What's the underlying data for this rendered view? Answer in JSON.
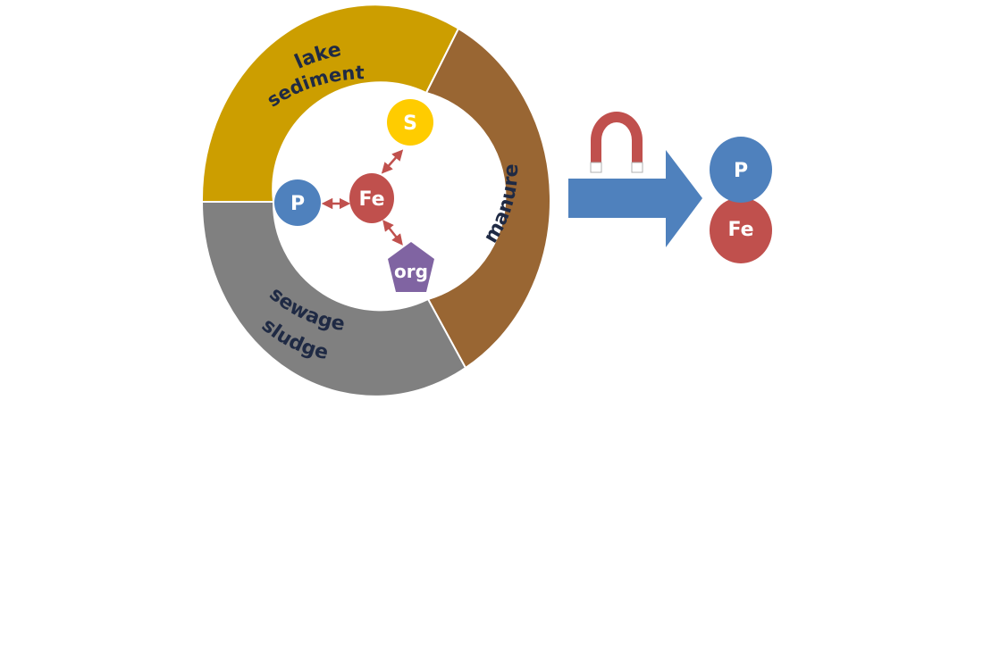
{
  "ring": {
    "segments": [
      {
        "id": "lake",
        "lines": [
          "lake",
          "sediment"
        ],
        "color": "#cc9e00"
      },
      {
        "id": "manure",
        "lines": [
          "manure"
        ],
        "color": "#996633"
      },
      {
        "id": "sewage",
        "lines": [
          "sewage",
          "sludge"
        ],
        "color": "#808080"
      }
    ]
  },
  "nodes": {
    "fe": {
      "label": "Fe",
      "color": "#c0504d"
    },
    "p": {
      "label": "P",
      "color": "#4f81bd"
    },
    "s": {
      "label": "S",
      "color": "#ffcc00"
    },
    "org": {
      "label": "org",
      "color": "#8064a2"
    }
  },
  "bond_color": "#c0504d",
  "process": {
    "arrow_color": "#4f81bd",
    "magnet_color": "#c0504d",
    "magnet_icon": "horseshoe-magnet-icon"
  },
  "product": {
    "top": {
      "label": "P",
      "color": "#4f81bd"
    },
    "bottom": {
      "label": "Fe",
      "color": "#c0504d"
    }
  }
}
